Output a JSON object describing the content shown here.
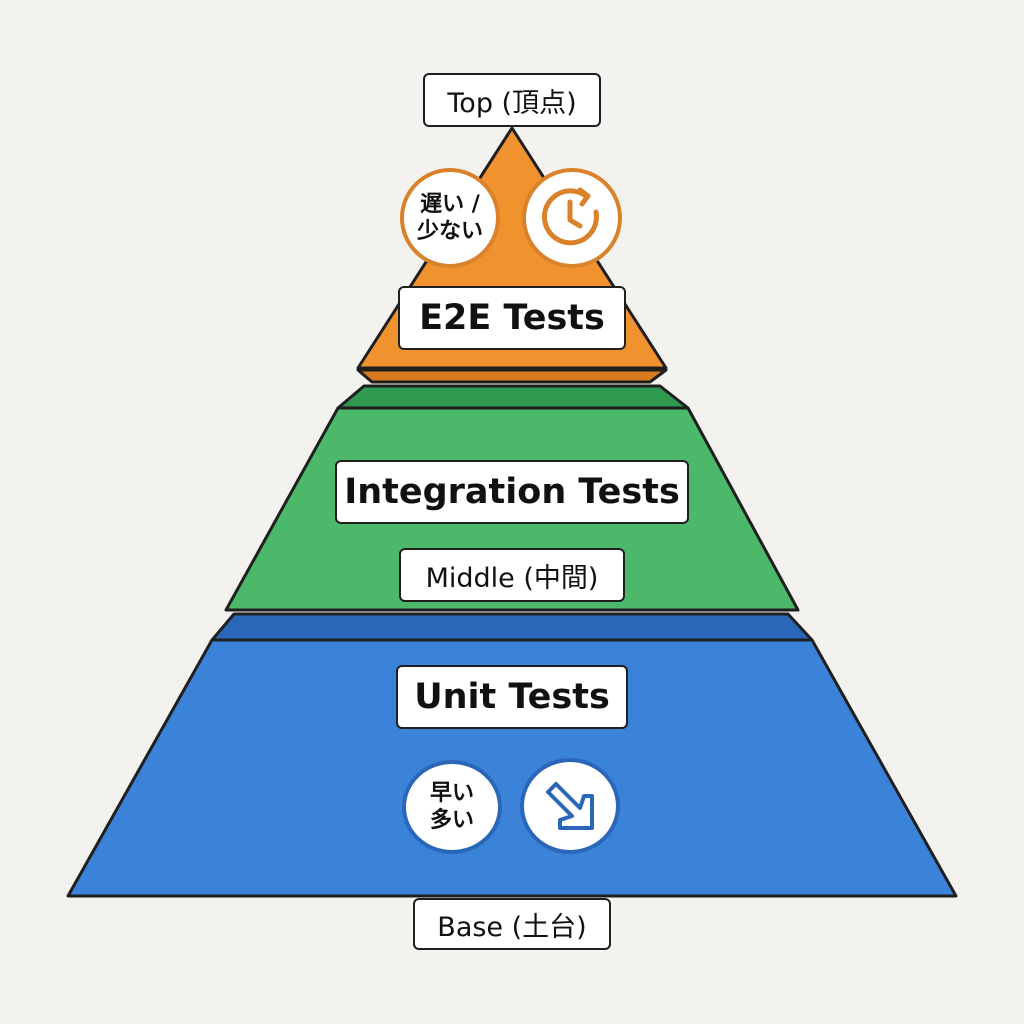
{
  "layers": {
    "top": {
      "position_label": "Top (頂点)",
      "name": "E2E Tests",
      "badge_text": "遅い /\n少ない",
      "badge_icon": "clock-icon",
      "color": "#f0922e",
      "edge_color": "#d97a1c"
    },
    "middle": {
      "position_label": "Middle (中間)",
      "name": "Integration Tests",
      "color": "#4bb86a",
      "edge_color": "#2f9a4f"
    },
    "base": {
      "position_label": "Base (土台)",
      "name": "Unit Tests",
      "badge_text": "早い\n多い",
      "badge_icon": "arrow-down-right-icon",
      "color": "#3b82d9",
      "edge_color": "#2a67b8"
    }
  },
  "colors": {
    "outline": "#1f1f1f",
    "background": "#f3f2ee"
  }
}
